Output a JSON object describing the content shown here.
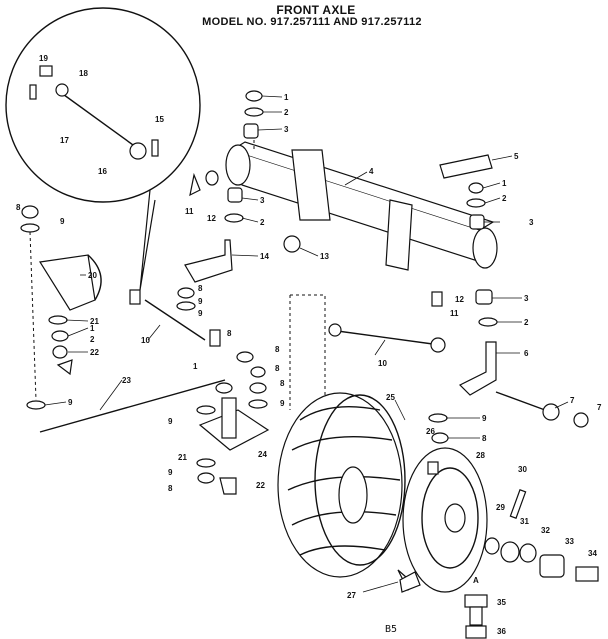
{
  "header": {
    "title": "FRONT AXLE",
    "subtitle": "MODEL NO. 917.257111 AND 917.257112"
  },
  "callouts": [
    "1",
    "2",
    "3",
    "4",
    "5",
    "6",
    "7",
    "8",
    "9",
    "10",
    "11",
    "12",
    "13",
    "14",
    "15",
    "16",
    "17",
    "18",
    "19",
    "20",
    "21",
    "22",
    "23",
    "24",
    "25",
    "26",
    "27",
    "28",
    "29",
    "30",
    "31",
    "32",
    "33",
    "34",
    "35",
    "36"
  ],
  "inset_callouts": [
    "19",
    "18",
    "17",
    "15",
    "16"
  ],
  "alt_label": "A",
  "footer_code": "B5"
}
